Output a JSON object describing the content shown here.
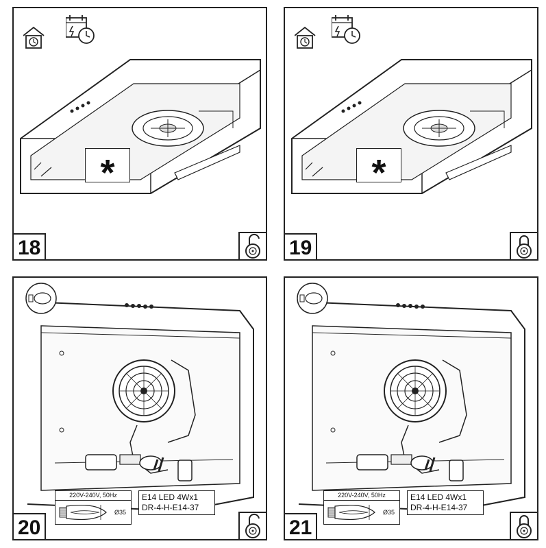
{
  "panels": [
    {
      "step": "18",
      "lock": "unlocked",
      "icons": [
        "home-service-icon",
        "calendar-power-clock-icon"
      ],
      "mark": "*"
    },
    {
      "step": "19",
      "lock": "locked",
      "icons": [
        "home-service-icon",
        "calendar-power-clock-icon"
      ],
      "mark": "*"
    },
    {
      "step": "20",
      "lock": "unlocked",
      "voltage": "220V-240V, 50Hz",
      "diameter": "Ø35",
      "bulb_line1": "E14 LED 4Wx1",
      "bulb_line2": "DR-4-H-E14-37"
    },
    {
      "step": "21",
      "lock": "locked",
      "voltage": "220V-240V, 50Hz",
      "diameter": "Ø35",
      "bulb_line1": "E14 LED 4Wx1",
      "bulb_line2": "DR-4-H-E14-37"
    }
  ]
}
